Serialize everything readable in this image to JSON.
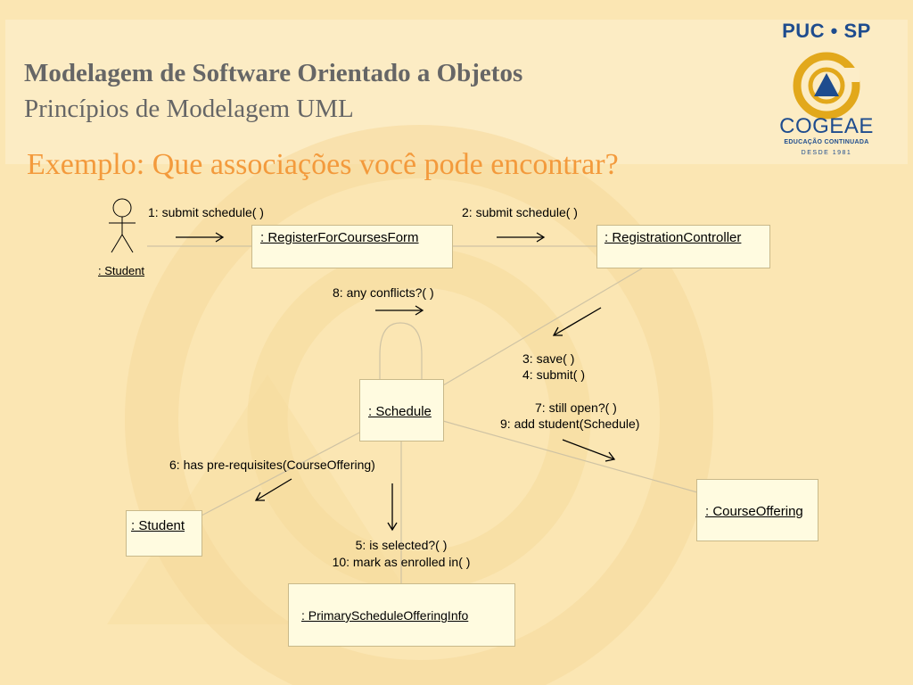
{
  "slide": {
    "title": "Modelagem de Software Orientado a Objetos",
    "subtitle": "Princípios de Modelagem UML",
    "heading": "Exemplo: Que associações você pode encontrar?"
  },
  "logo": {
    "top_text": "PUC • SP",
    "name": "COGEAE",
    "tagline": "EDUCAÇÃO CONTINUADA",
    "since": "DESDE 1981"
  },
  "colors": {
    "background": "#fbe6b3",
    "title": "#666666",
    "heading": "#f39a3c",
    "logo_blue": "#1e4c8e",
    "logo_gold": "#e2a81b",
    "box_fill": "#fffbe0",
    "link_line": "#cfc3a4"
  },
  "diagram": {
    "actor_label": ": Student",
    "objects": {
      "register_form": ": RegisterForCoursesForm",
      "registration_controller": ": RegistrationController",
      "schedule": ": Schedule",
      "student": ": Student",
      "course_offering": ": CourseOffering",
      "primary_schedule": ": PrimaryScheduleOfferingInfo"
    },
    "messages": {
      "m1": "1: submit schedule( )",
      "m2": "2: submit schedule( )",
      "m8": "8: any conflicts?( )",
      "m3": "3: save( )",
      "m4": "4: submit( )",
      "m7": "7: still open?( )",
      "m9": "9: add student(Schedule)",
      "m6": "6: has pre-requisites(CourseOffering)",
      "m5": "5: is selected?( )",
      "m10": "10: mark as enrolled in( )"
    }
  }
}
